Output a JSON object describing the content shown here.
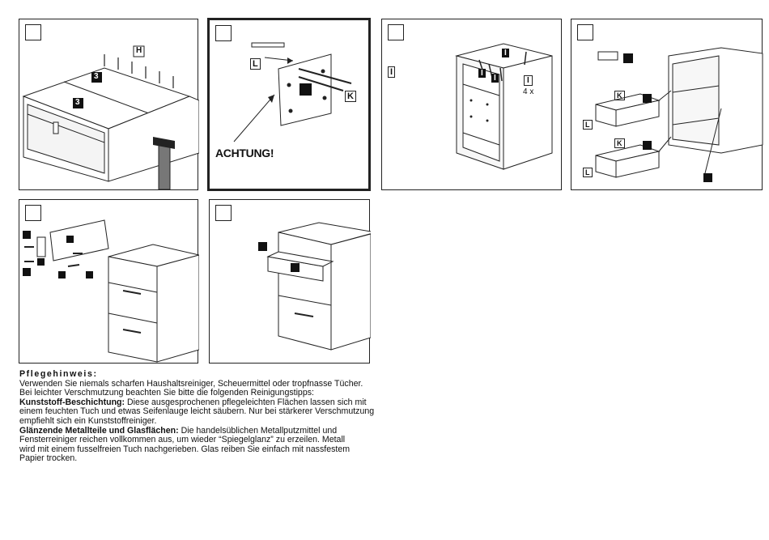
{
  "steps": [
    {
      "id": "step-1",
      "labels": [
        "H",
        "3",
        "3"
      ]
    },
    {
      "id": "step-2",
      "labels": [
        "L",
        "K"
      ],
      "warning": "ACHTUNG!"
    },
    {
      "id": "step-3",
      "labels": [
        "I",
        "I",
        "I",
        "I",
        "I"
      ],
      "count": "4 x"
    },
    {
      "id": "step-4",
      "labels": [
        "K",
        "L",
        "K",
        "L"
      ]
    },
    {
      "id": "step-5",
      "labels": []
    },
    {
      "id": "step-6",
      "labels": []
    }
  ],
  "care": {
    "heading": "Pflegehinweis:",
    "line1": "Verwenden Sie niemals scharfen Haushaltsreiniger, Scheuermittel oder tropfnasse Tücher.",
    "line2": "Bei leichter Verschmutzung beachten Sie bitte die folgenden Reinigungstipps:",
    "plastic_title": "Kunststoff-Beschichtung:",
    "plastic_text1": " Diese ausgesprochenen pflegeleichten Flächen lassen sich mit",
    "plastic_text2": "einem feuchten Tuch und etwas Seifenlauge leicht säubern. Nur bei stärkerer Verschmutzung",
    "plastic_text3": "empfiehlt sich ein Kunststoffreiniger.",
    "metal_title": "Glänzende Metallteile und Glasflächen:",
    "metal_text1": " Die handelsüblichen Metallputzmittel und",
    "metal_text2": "Fensterreiniger reichen vollkommen aus, um wieder “Spiegelglanz” zu erzeilen. Metall",
    "metal_text3": "wird mit einem fusselfreien Tuch nachgerieben. Glas reiben Sie einfach mit nassfestem",
    "metal_text4": "Papier trocken."
  }
}
